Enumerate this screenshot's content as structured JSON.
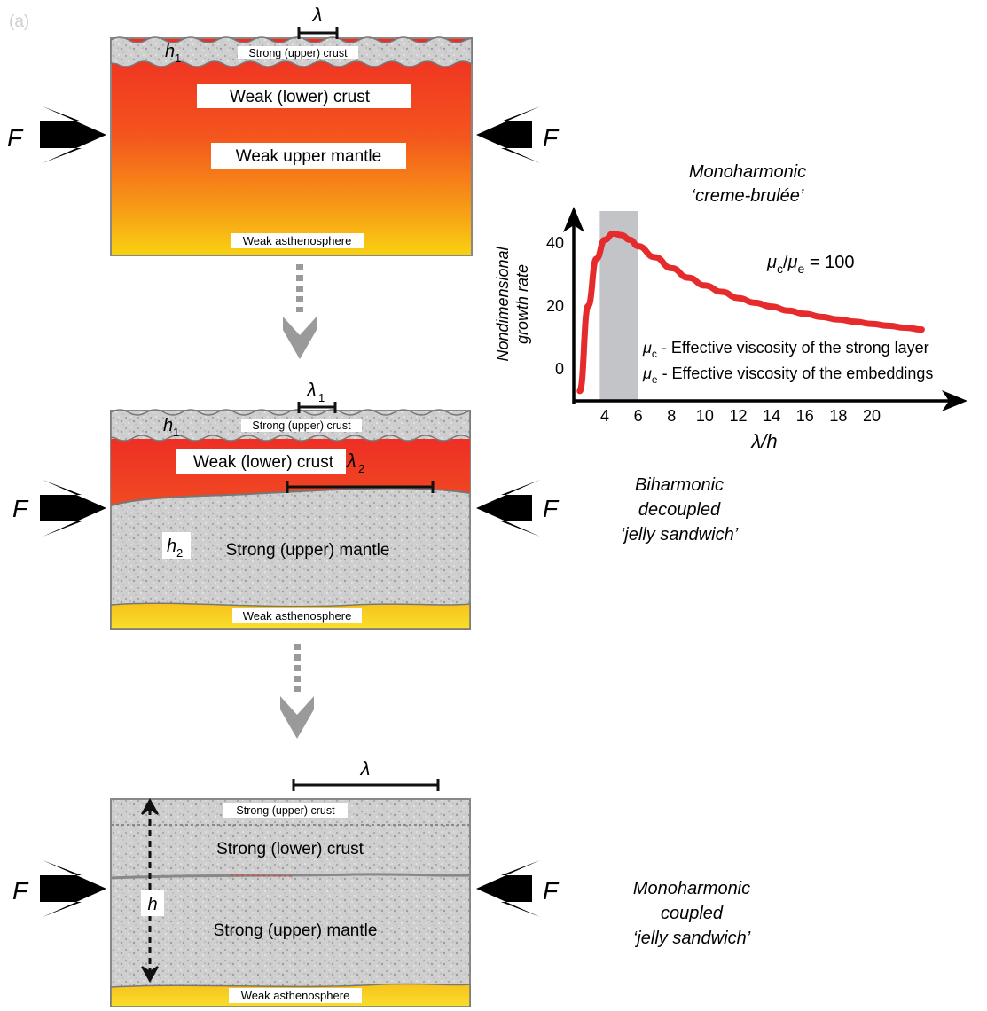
{
  "panel_label": "(a)",
  "symbols": {
    "F": "F",
    "lambda": "λ",
    "lambda1": "λ",
    "lambda1_sub": "1",
    "lambda2": "λ",
    "lambda2_sub": "2",
    "h": "h",
    "h1": "h",
    "h1_sub": "1",
    "h2": "h",
    "h2_sub": "2"
  },
  "panel1": {
    "upper_crust": "Strong (upper) crust",
    "lower_crust": "Weak (lower) crust",
    "upper_mantle": "Weak upper mantle",
    "asthenosphere": "Weak asthenosphere"
  },
  "panel2": {
    "upper_crust": "Strong (upper) crust",
    "lower_crust": "Weak (lower) crust",
    "upper_mantle": "Strong (upper) mantle",
    "asthenosphere": "Weak asthenosphere"
  },
  "panel3": {
    "upper_crust": "Strong (upper) crust",
    "lower_crust": "Strong (lower) crust",
    "upper_mantle": "Strong (upper) mantle",
    "asthenosphere": "Weak asthenosphere"
  },
  "regimes": {
    "r1_line1": "Monoharmonic",
    "r1_line2": "‘creme-brulée’",
    "r2_line1": "Biharmonic",
    "r2_line2": "decoupled",
    "r2_line3": "‘jelly sandwich’",
    "r3_line1": "Monoharmonic",
    "r3_line2": "coupled",
    "r3_line3": "‘jelly sandwich’"
  },
  "chart_data": {
    "type": "line",
    "ylabel_line1": "Nondimensional",
    "ylabel_line2": "growth rate",
    "xlabel": "λ/h",
    "x_ticks": [
      4,
      6,
      8,
      10,
      12,
      14,
      16,
      18,
      20
    ],
    "y_ticks": [
      0,
      20,
      40
    ],
    "xlim": [
      2.3,
      24
    ],
    "ylim": [
      -8,
      52
    ],
    "highlight_band": [
      3.7,
      6.0
    ],
    "ratio_mu": "μ",
    "ratio_c": "c",
    "ratio_slash": "/",
    "ratio_e": "e",
    "ratio_value": " = 100",
    "legend_c_desc": " - Effective viscosity of the strong layer",
    "legend_e_desc": " - Effective viscosity of the embeddings",
    "series": [
      {
        "color": "#e52b2b",
        "x": [
          2.5,
          3.0,
          3.5,
          4.0,
          4.5,
          5.0,
          5.5,
          6.0,
          7.0,
          8.0,
          9.0,
          10.0,
          11.0,
          12.0,
          13.0,
          14.0,
          15.0,
          16.0,
          17.0,
          18.0,
          19.0,
          20.0,
          21.0,
          22.0,
          23.0
        ],
        "y": [
          -7,
          20,
          35,
          41,
          43,
          42.5,
          41,
          39,
          35.5,
          32,
          29,
          26.5,
          24.5,
          22.5,
          21,
          19.8,
          18.5,
          17.5,
          16.5,
          15.7,
          15,
          14.3,
          13.7,
          13.1,
          12.5
        ]
      }
    ]
  }
}
